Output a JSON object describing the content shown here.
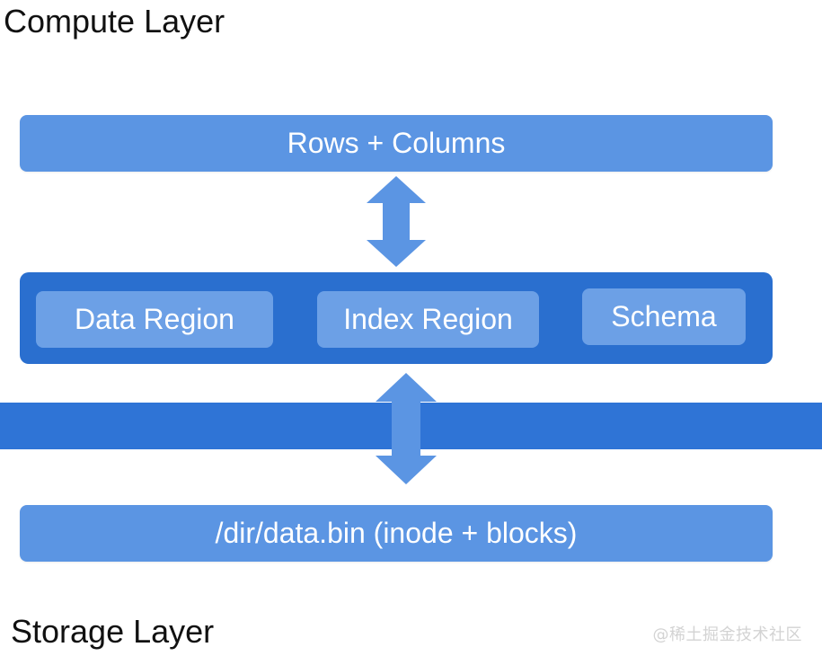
{
  "titles": {
    "compute": "Compute Layer",
    "storage": "Storage Layer"
  },
  "bars": {
    "rows_columns": "Rows + Columns",
    "file": "/dir/data.bin (inode + blocks)"
  },
  "regions": {
    "data": "Data Region",
    "index": "Index Region",
    "schema": "Schema"
  },
  "watermark": "@稀土掘金技术社区",
  "colors": {
    "bar": "#5b95e3",
    "container": "#2a6fcf",
    "region": "#6ca0e6",
    "band": "#2f74d6",
    "arrow": "#5b95e3"
  },
  "icons": {
    "top_arrow": "double-headed-vertical-arrow-icon",
    "bottom_arrow": "double-headed-vertical-arrow-icon"
  }
}
